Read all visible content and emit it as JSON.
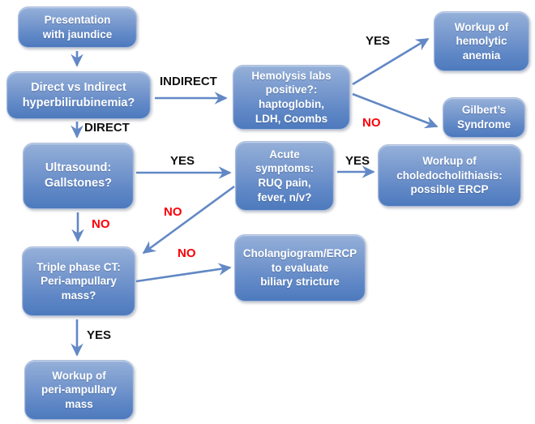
{
  "diagram": {
    "type": "flowchart",
    "topic": "Workup of presentation with jaundice",
    "colors": {
      "box_gradient_top": "#95b0d9",
      "box_gradient_bottom": "#4d7abd",
      "box_border": "#a9bbdc",
      "box_text": "#ffffff",
      "arrow": "#6288c5",
      "label_black": "#111111",
      "label_no_red": "#fb0006",
      "background": "#ffffff"
    },
    "nodes": {
      "presentation": {
        "label": "Presentation\nwith jaundice"
      },
      "direct_vs_indirect": {
        "label": "Direct vs Indirect\nhyperbilirubinemia?"
      },
      "hemolysis_labs": {
        "label": "Hemolysis labs\npositive?:\nhaptoglobin,\nLDH, Coombs"
      },
      "workup_hemolytic": {
        "label": "Workup of\nhemolytic\nanemia"
      },
      "gilberts": {
        "label": "Gilbert’s\nSyndrome"
      },
      "ultrasound": {
        "label": "Ultrasound:\nGallstones?"
      },
      "acute_symptoms": {
        "label": "Acute\nsymptoms:\nRUQ pain,\nfever, n/v?"
      },
      "workup_chole": {
        "label": "Workup of\ncholedocholithiasis:\npossible ERCP"
      },
      "triple_ct": {
        "label": "Triple phase CT:\nPeri-ampullary\nmass?"
      },
      "cholangiogram": {
        "label": "Cholangiogram/ERCP\nto evaluate\nbiliary stricture"
      },
      "workup_peri": {
        "label": "Workup of\nperi-ampullary\nmass"
      }
    },
    "edge_labels": {
      "indirect": "INDIRECT",
      "direct": "DIRECT",
      "yes_to_hemolytic_workup": "YES",
      "no_to_gilberts": "NO",
      "yes_to_acute_symptoms": "YES",
      "no_to_triple_ct_from_us": "NO",
      "no_to_triple_ct_from_acute": "NO",
      "yes_to_chole_workup": "YES",
      "no_to_cholangiogram": "NO",
      "yes_to_peri_workup": "YES"
    }
  }
}
